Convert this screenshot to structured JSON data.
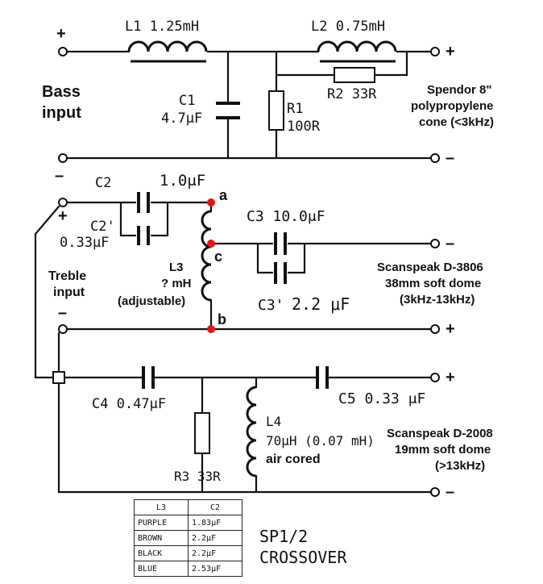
{
  "labels": {
    "l1": "L1  1.25mH",
    "l2": "L2  0.75mH",
    "c1_name": "C1",
    "c1_val": "4.7μF",
    "r1_name": "R1",
    "r1_val": "100R",
    "r2": "R2  33R",
    "bass_input_1": "Bass",
    "bass_input_2": "input",
    "woofer_1": "Spendor 8\"",
    "woofer_2": "polypropylene",
    "woofer_3": "cone (<3kHz)",
    "c2_name": "C2",
    "c2_val": "1.0μF",
    "c2p_name": "C2'",
    "c2p_val": "0.33μF",
    "node_a": "a",
    "node_b": "b",
    "node_c": "c",
    "c3": "C3  10.0μF",
    "c3p_name": "C3'",
    "c3p_val": "2.2 μF",
    "l3_name": "L3",
    "l3_val": "? mH",
    "l3_note": "(adjustable)",
    "treble_input_1": "Treble",
    "treble_input_2": "input",
    "mid_1": "Scanspeak D-3806",
    "mid_2": "38mm soft dome",
    "mid_3": "(3kHz-13kHz)",
    "c4": "C4  0.47μF",
    "c5": "C5  0.33 μF",
    "l4_name": "L4",
    "l4_val": "70μH (0.07 mH)",
    "l4_note": "air cored",
    "r3": "R3  33R",
    "tw_1": "Scanspeak D-2008",
    "tw_2": "19mm soft dome",
    "tw_3": "(>13kHz)",
    "plus": "+",
    "minus": "–"
  },
  "table": {
    "headers": [
      "L3",
      "C2"
    ],
    "rows": [
      [
        "PURPLE",
        "1.83μF"
      ],
      [
        "BROWN",
        "2.2μF"
      ],
      [
        "BLACK",
        "2.2μF"
      ],
      [
        "BLUE",
        "2.53μF"
      ]
    ]
  },
  "title": {
    "line1": "SP1/2",
    "line2": "CROSSOVER"
  },
  "colors": {
    "node_marker": "#e0151b"
  }
}
